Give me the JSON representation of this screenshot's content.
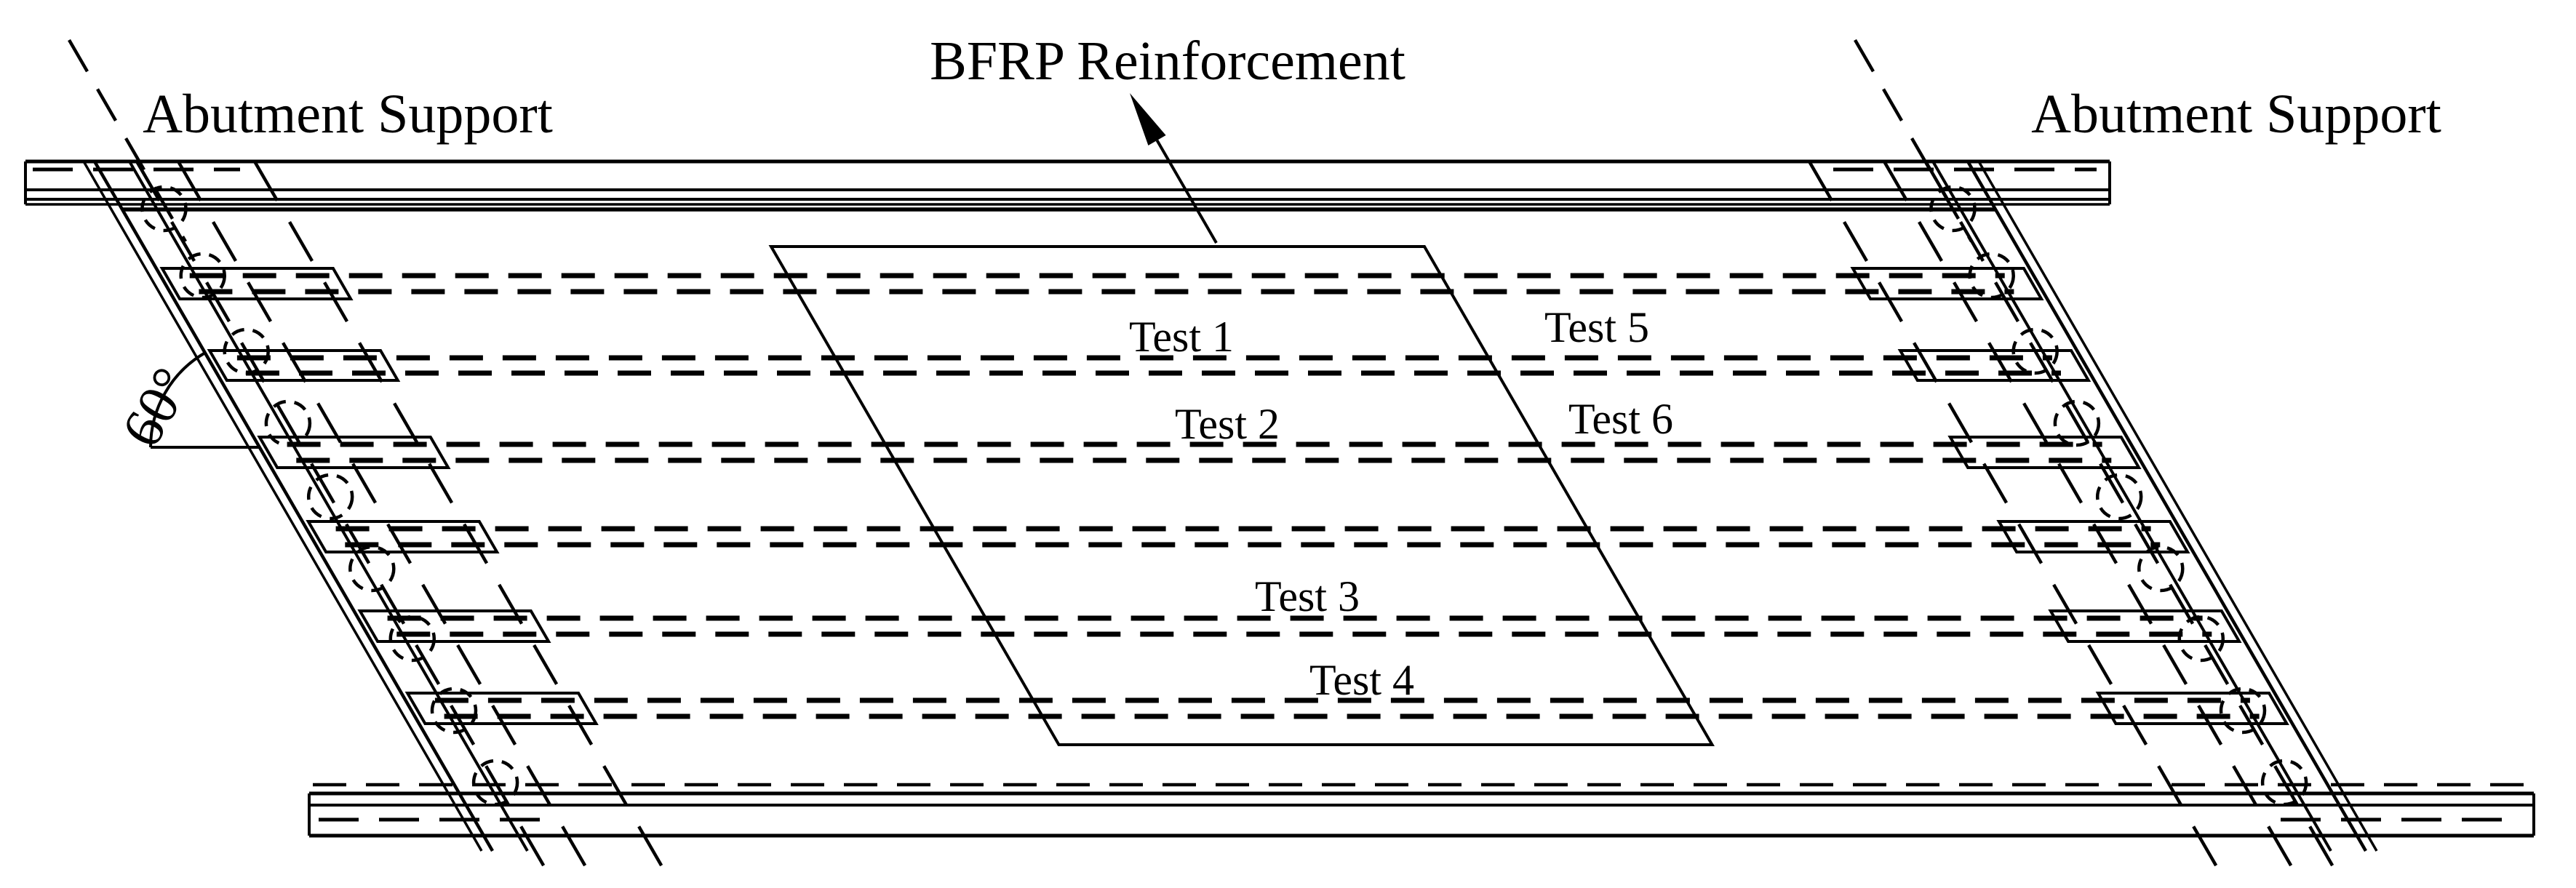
{
  "labels": {
    "reinforcement": "BFRP Reinforcement",
    "abutment_support_left": "Abutment Support",
    "abutment_support_right": "Abutment Support",
    "skew_angle": "60°"
  },
  "tests": [
    {
      "label": "Test 1"
    },
    {
      "label": "Test 2"
    },
    {
      "label": "Test 3"
    },
    {
      "label": "Test 4"
    },
    {
      "label": "Test 5"
    },
    {
      "label": "Test 6"
    }
  ],
  "icons": {
    "leader_arrow": "filled-triangle-arrowhead"
  },
  "colors": {
    "line": "#000000",
    "background": "#ffffff"
  }
}
